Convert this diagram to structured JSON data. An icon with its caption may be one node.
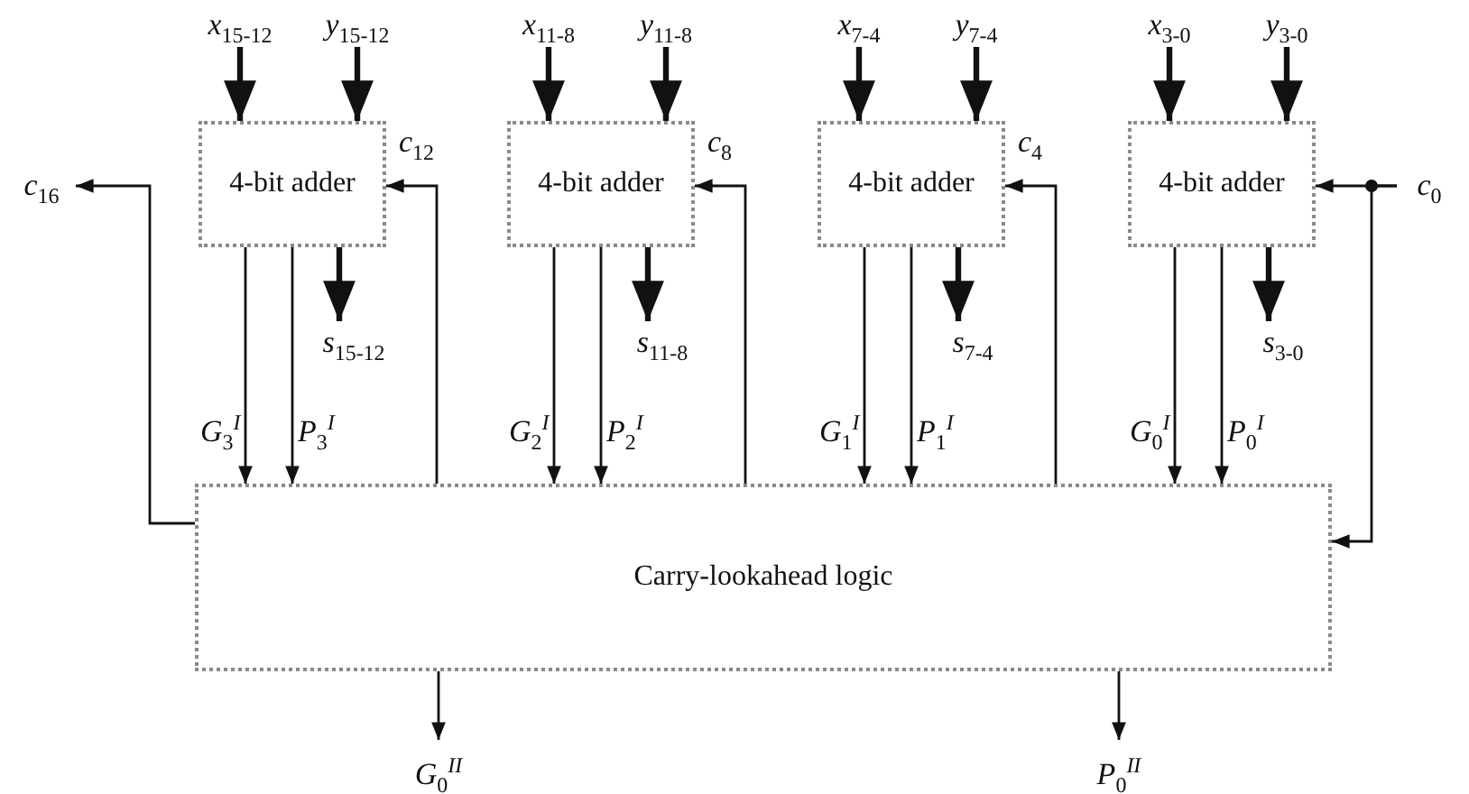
{
  "diagram": {
    "nodes": [
      {
        "text": [
          "x$_{15-12}$"
        ]
      },
      {
        "text": [
          "y$_{15-12}$"
        ]
      },
      {
        "text": [
          "x$_{11-8}$"
        ]
      },
      {
        "text": [
          "y$_{11-8}$"
        ]
      },
      {
        "text": [
          "x$_{7-4}$"
        ]
      },
      {
        "text": [
          "y$_{7-4}$"
        ]
      },
      {
        "text": [
          "x$_{3-0}$"
        ]
      },
      {
        "text": [
          "y$_{3-0}$"
        ]
      },
      {
        "text": [
          "c$_{16}$"
        ]
      },
      {
        "text": [
          "4-bit adder"
        ]
      },
      {
        "text": [
          "4-bit adder"
        ]
      },
      {
        "text": [
          "4-bit adder"
        ]
      },
      {
        "text": [
          "4-bit adder"
        ]
      },
      {
        "text": [
          "c$_{0}$"
        ]
      },
      {
        "text": [
          "s$_{15-12}$"
        ]
      },
      {
        "text": [
          "s$_{11-8}$"
        ]
      },
      {
        "text": [
          "s$_{7-4}$"
        ]
      },
      {
        "text": [
          "s$_{3-0}$"
        ]
      },
      {
        "text": [
          "Carry-lookahead logic"
        ]
      },
      {
        "text": [
          "G$_{0}$$^{II}$"
        ]
      },
      {
        "text": [
          "P$_{0}$$^{II}$"
        ]
      }
    ],
    "edges": [
      {
        "from": 0,
        "to": 9,
        "arrow": "to",
        "style": "thick"
      },
      {
        "from": 1,
        "to": 9,
        "arrow": "to",
        "style": "thick"
      },
      {
        "from": 9,
        "to": 14,
        "arrow": "to",
        "style": "thick"
      },
      {
        "from": 9,
        "to": 18,
        "arrow": "to",
        "label": "G$_{3}$$^{I}$"
      },
      {
        "from": 9,
        "to": 18,
        "arrow": "to",
        "label": "P$_{3}$$^{I}$"
      },
      {
        "from": 18,
        "to": 9,
        "arrow": "to",
        "label": "c$_{12}$"
      },
      {
        "from": 2,
        "to": 10,
        "arrow": "to",
        "style": "thick"
      },
      {
        "from": 3,
        "to": 10,
        "arrow": "to",
        "style": "thick"
      },
      {
        "from": 10,
        "to": 15,
        "arrow": "to",
        "style": "thick"
      },
      {
        "from": 10,
        "to": 18,
        "arrow": "to",
        "label": "G$_{2}$$^{I}$"
      },
      {
        "from": 10,
        "to": 18,
        "arrow": "to",
        "label": "P$_{2}$$^{I}$"
      },
      {
        "from": 18,
        "to": 10,
        "arrow": "to",
        "label": "c$_{8}$"
      },
      {
        "from": 4,
        "to": 11,
        "arrow": "to",
        "style": "thick"
      },
      {
        "from": 5,
        "to": 11,
        "arrow": "to",
        "style": "thick"
      },
      {
        "from": 11,
        "to": 16,
        "arrow": "to",
        "style": "thick"
      },
      {
        "from": 11,
        "to": 18,
        "arrow": "to",
        "label": "G$_{1}$$^{I}$"
      },
      {
        "from": 11,
        "to": 18,
        "arrow": "to",
        "label": "P$_{1}$$^{I}$"
      },
      {
        "from": 18,
        "to": 11,
        "arrow": "to",
        "label": "c$_{4}$"
      },
      {
        "from": 6,
        "to": 12,
        "arrow": "to",
        "style": "thick"
      },
      {
        "from": 7,
        "to": 12,
        "arrow": "to",
        "style": "thick"
      },
      {
        "from": 12,
        "to": 17,
        "arrow": "to",
        "style": "thick"
      },
      {
        "from": 12,
        "to": 18,
        "arrow": "to",
        "label": "G$_{0}$$^{I}$"
      },
      {
        "from": 12,
        "to": 18,
        "arrow": "to",
        "label": "P$_{0}$$^{I}$"
      },
      {
        "from": 13,
        "to": 12,
        "arrow": "to"
      },
      {
        "from": 13,
        "to": 18,
        "arrow": "to"
      },
      {
        "from": 18,
        "to": 8,
        "arrow": "to"
      },
      {
        "from": 18,
        "to": 19,
        "arrow": "to"
      },
      {
        "from": 18,
        "to": 20,
        "arrow": "to"
      }
    ]
  }
}
